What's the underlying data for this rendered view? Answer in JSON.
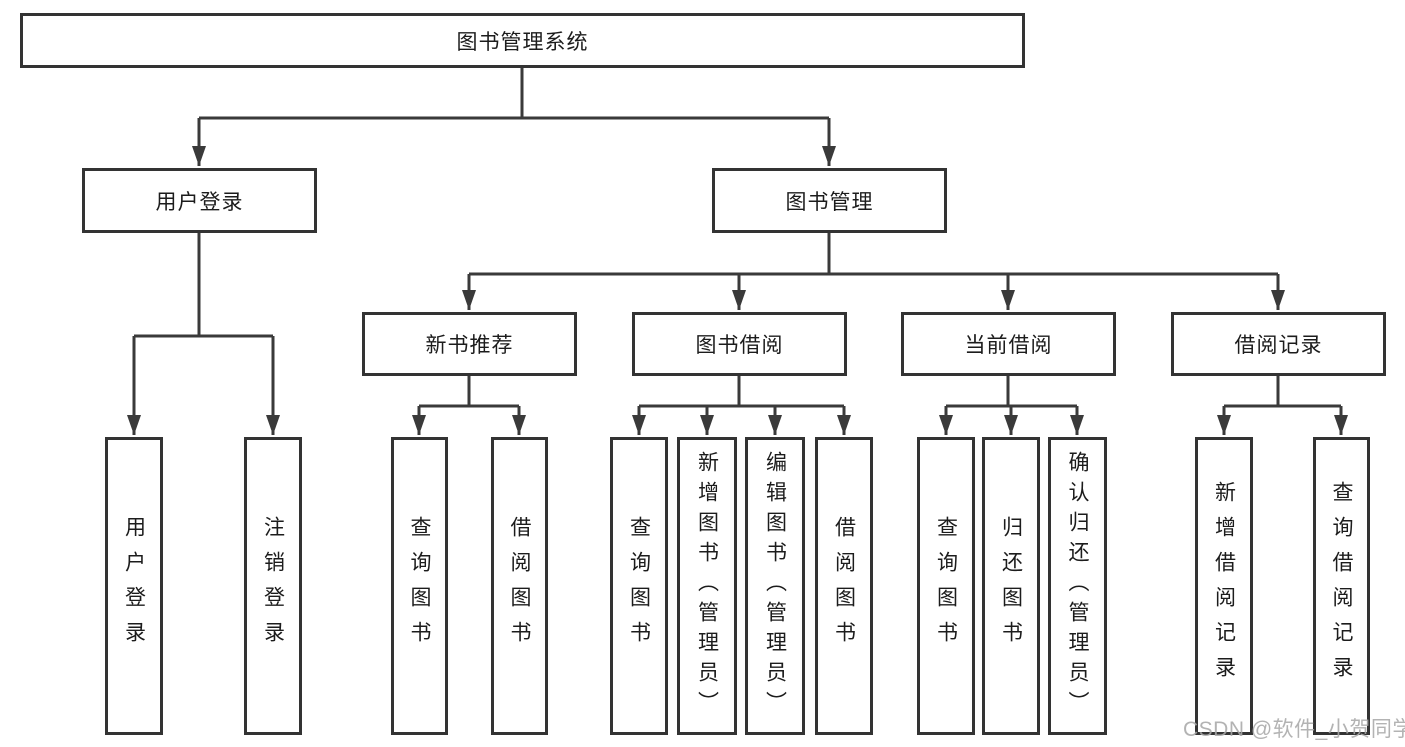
{
  "diagram": {
    "nodes": {
      "root": "图书管理系统",
      "user_login": "用户登录",
      "book_mgmt": "图书管理",
      "leaf_user_login": "用户登录",
      "leaf_logout": "注销登录",
      "new_book_rec": "新书推荐",
      "book_borrow": "图书借阅",
      "current_borrow": "当前借阅",
      "borrow_records": "借阅记录",
      "nb_query": "查询图书",
      "nb_borrow": "借阅图书",
      "bb_query": "查询图书",
      "bb_add": "新增图书（管理员）",
      "bb_edit": "编辑图书（管理员）",
      "bb_borrow": "借阅图书",
      "cb_query": "查询图书",
      "cb_return": "归还图书",
      "cb_confirm": "确认归还（管理员）",
      "br_add": "新增借阅记录",
      "br_query": "查询借阅记录"
    }
  },
  "watermark": {
    "text": "CSDN @软件_小贺同学"
  },
  "colors": {
    "line": "#3a3a3a",
    "border": "#333333",
    "text": "#1c1c1c",
    "watermark": "#a9a9a9",
    "background": "#ffffff"
  }
}
